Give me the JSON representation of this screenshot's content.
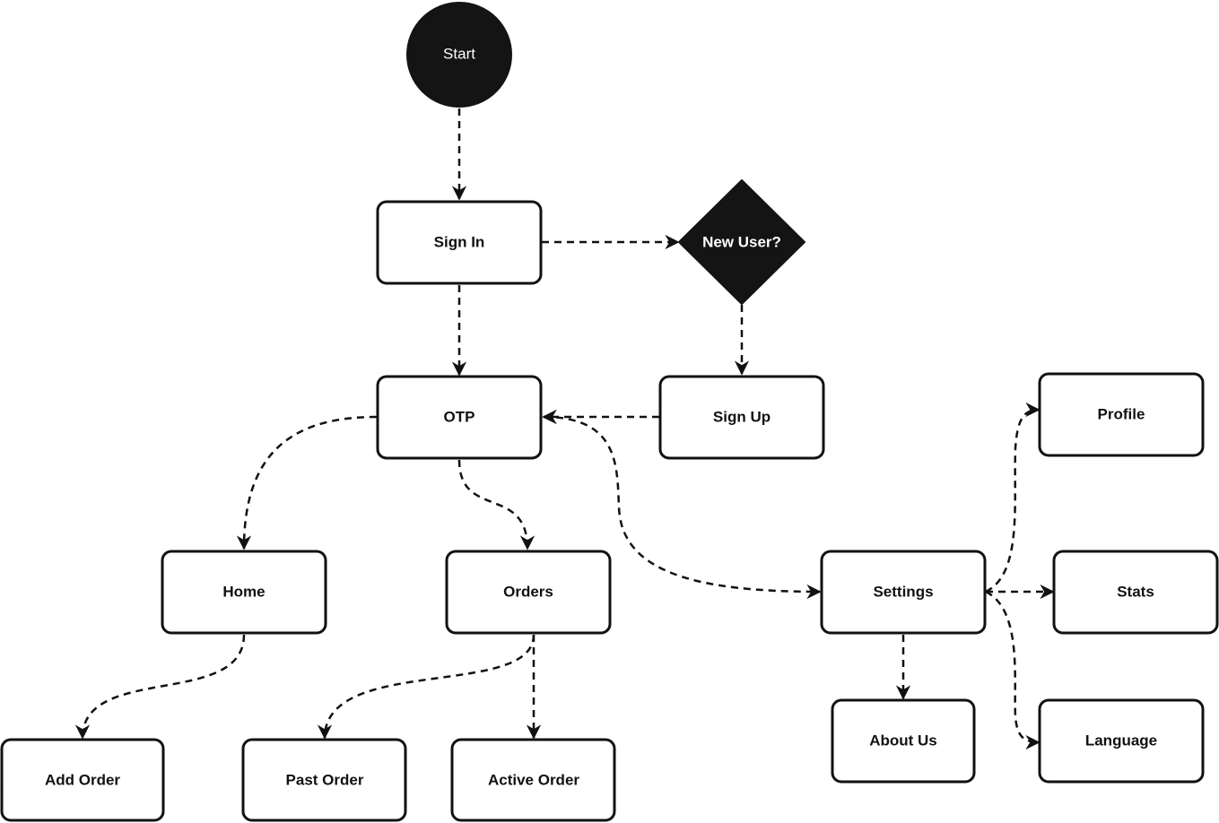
{
  "diagram": {
    "nodes": {
      "start": {
        "label": "Start",
        "shape": "circle"
      },
      "signin": {
        "label": "Sign In",
        "shape": "rounded-rect"
      },
      "newuser": {
        "label": "New User?",
        "shape": "diamond"
      },
      "otp": {
        "label": "OTP",
        "shape": "rounded-rect"
      },
      "signup": {
        "label": "Sign Up",
        "shape": "rounded-rect"
      },
      "home": {
        "label": "Home",
        "shape": "rounded-rect"
      },
      "orders": {
        "label": "Orders",
        "shape": "rounded-rect"
      },
      "settings": {
        "label": "Settings",
        "shape": "rounded-rect"
      },
      "profile": {
        "label": "Profile",
        "shape": "rounded-rect"
      },
      "stats": {
        "label": "Stats",
        "shape": "rounded-rect"
      },
      "language": {
        "label": "Language",
        "shape": "rounded-rect"
      },
      "aboutus": {
        "label": "About Us",
        "shape": "rounded-rect"
      },
      "addorder": {
        "label": "Add Order",
        "shape": "rounded-rect"
      },
      "pastorder": {
        "label": "Past Order",
        "shape": "rounded-rect"
      },
      "activeorder": {
        "label": "Active Order",
        "shape": "rounded-rect"
      }
    },
    "edges": [
      {
        "from": "start",
        "to": "signin",
        "style": "dashed"
      },
      {
        "from": "signin",
        "to": "newuser",
        "style": "dashed"
      },
      {
        "from": "signin",
        "to": "otp",
        "style": "dashed"
      },
      {
        "from": "newuser",
        "to": "signup",
        "style": "dashed"
      },
      {
        "from": "signup",
        "to": "otp",
        "style": "dashed"
      },
      {
        "from": "otp",
        "to": "home",
        "style": "dashed"
      },
      {
        "from": "otp",
        "to": "orders",
        "style": "dashed"
      },
      {
        "from": "otp",
        "to": "settings",
        "style": "dashed",
        "bidirectional": true
      },
      {
        "from": "home",
        "to": "addorder",
        "style": "dashed"
      },
      {
        "from": "orders",
        "to": "pastorder",
        "style": "dashed"
      },
      {
        "from": "orders",
        "to": "activeorder",
        "style": "dashed"
      },
      {
        "from": "settings",
        "to": "profile",
        "style": "dashed"
      },
      {
        "from": "settings",
        "to": "stats",
        "style": "dashed"
      },
      {
        "from": "settings",
        "to": "language",
        "style": "dashed"
      },
      {
        "from": "settings",
        "to": "aboutus",
        "style": "dashed"
      }
    ],
    "colors": {
      "stroke": "#111111",
      "dark_fill": "#141414",
      "background": "#ffffff"
    }
  }
}
